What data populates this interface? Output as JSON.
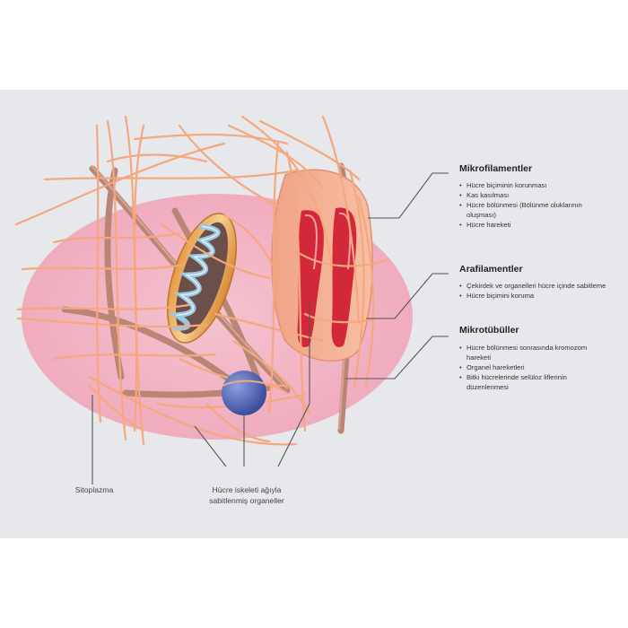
{
  "colors": {
    "background": "#e6e8ec",
    "cytoplasm": "#f2b8c7",
    "filament": "#f5a77d",
    "microtubule": "#c98e7e",
    "mitochondrion": "#f2b46a",
    "cristae": "#9cc7e0",
    "organelle": "#5064b4",
    "golgi": "#f3a88a",
    "golgi_red": "#d3283a",
    "leader": "#555555"
  },
  "sections": [
    {
      "title": "Mikrofilamentler",
      "items": [
        "Hücre biçiminin korunması",
        "Kas kasılması",
        "Hücre bölünmesi (Bölünme oluklarının",
        "oluşması)",
        "Hücre hareketi"
      ]
    },
    {
      "title": "Arafilamentler",
      "items": [
        "Çekirdek ve organelleri hücre içinde sabitleme",
        "Hücre biçimini koruma"
      ]
    },
    {
      "title": "Mikrotübüller",
      "items": [
        "Hücre bölünmesi sonrasında kromozom",
        "hareketi",
        "Organel hareketleri",
        "Bitki hücrelerinde selüloz liflerinin",
        "düzenlenmesi"
      ]
    }
  ],
  "labels": {
    "cytoplasm": "Sitoplazma",
    "anchored_line1": "Hücre iskeleti ağıyla",
    "anchored_line2": "sabitlenmiş organeller"
  }
}
